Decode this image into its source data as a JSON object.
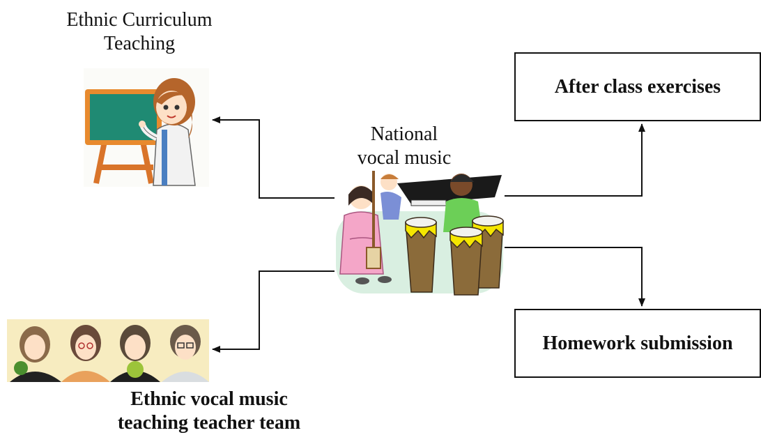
{
  "labels": {
    "curriculum_line1": "Ethnic Curriculum",
    "curriculum_line2": "Teaching",
    "center_line1": "National",
    "center_line2": "vocal music",
    "team_line1": "Ethnic vocal music",
    "team_line2": "teaching teacher team"
  },
  "boxes": {
    "after_class": "After class exercises",
    "homework": "Homework submission"
  },
  "illustrations": {
    "teacher": "teacher-at-chalkboard-illustration",
    "band": "musicians-band-illustration",
    "team": "teacher-team-illustration"
  }
}
